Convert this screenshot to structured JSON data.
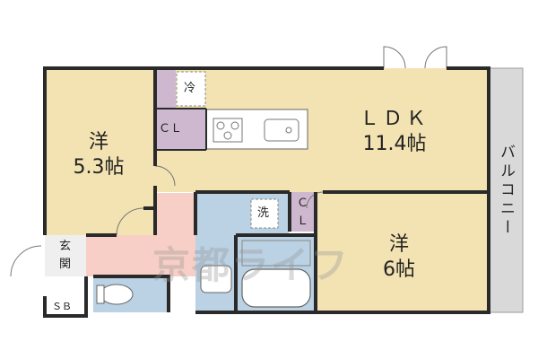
{
  "rooms": {
    "western_left": {
      "name": "洋",
      "size": "5.3帖"
    },
    "ldk": {
      "name": "ＬＤＫ",
      "size": "11.4帖"
    },
    "western_right": {
      "name": "洋",
      "size": "6帖"
    }
  },
  "labels": {
    "fridge": "冷",
    "closet_left": "ＣＬ",
    "closet_mid_c": "Ｃ",
    "closet_mid_l": "Ｌ",
    "laundry": "洗",
    "entrance_1": "玄",
    "entrance_2": "関",
    "shoe_box": "ＳＢ",
    "balcony": "バルコニー"
  },
  "watermark": "京都ライフ",
  "colors": {
    "room_tan": "#f3e3b2",
    "wet_blue": "#bad2e3",
    "hall_pink": "#f8cfc6",
    "closet_purple": "#cdb8cf",
    "wall": "#2a2a2a",
    "balcony_gray": "#d9d9d9"
  }
}
